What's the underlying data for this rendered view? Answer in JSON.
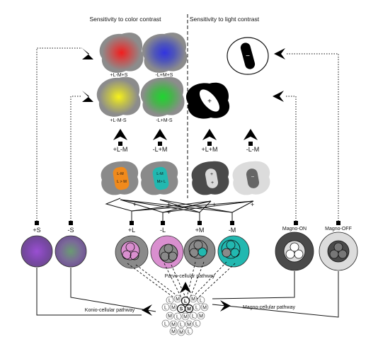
{
  "headers": {
    "color": "Sensitivity to color contrast",
    "light": "Sensitivity to light contrast"
  },
  "cortical": {
    "red": "+L-M+S",
    "blue": "-L+M+S",
    "yellow": "+L-M-S",
    "green": "-L+M-S"
  },
  "thalamic_labels": {
    "pos_lm": "+L-M",
    "neg_lm": "-L+M",
    "pos_lum": "+L+M",
    "neg_lum": "-L-M"
  },
  "cell_text": {
    "orange_top": "L-M",
    "orange_bottom": "L > M",
    "teal_top": "L-M",
    "teal_bottom": "M> L",
    "plus": "+",
    "minus": "−"
  },
  "receptors": {
    "s_pos": "+S",
    "s_neg": "-S",
    "l_pos": "+L",
    "l_neg": "-L",
    "m_pos": "+M",
    "m_neg": "-M",
    "magno_on": "Magno-ON",
    "magno_off": "Magno-OFF"
  },
  "pathways": {
    "parvo": "Parvo-cellular pathway",
    "konio": "Konio-cellular pathway",
    "magno": "Magno-cellular pathway"
  },
  "mosaic": {
    "L": "L",
    "M": "M",
    "S": "S"
  },
  "colors": {
    "gray": "#8a8a8a",
    "red": "#e11d1d",
    "blue": "#3d45d6",
    "yellow": "#f2ee1f",
    "green": "#28c434",
    "orange": "#f08a1c",
    "teal": "#22b8b0",
    "purple": "#8a3fc2",
    "pink": "#d98fcf"
  }
}
